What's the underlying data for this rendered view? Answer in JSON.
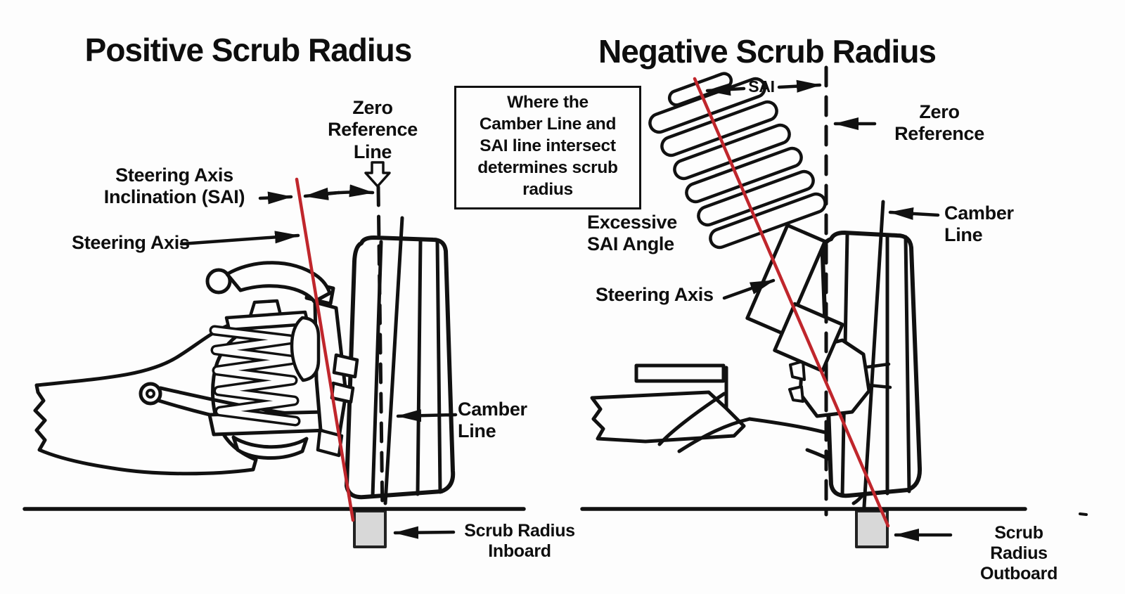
{
  "page": {
    "background": "#fdfdfd"
  },
  "colors": {
    "line_art_ink": "#111111",
    "steering_axis_red": "#c0262c",
    "scrub_box_gray": "#d8d8d8"
  },
  "left_diagram": {
    "title": "Positive Scrub Radius",
    "labels": {
      "zero_reference": "Zero\nReference\nLine",
      "sai_inclination": "Steering Axis\nInclination (SAI)",
      "steering_axis": "Steering Axis",
      "camber_line": "Camber\nLine",
      "scrub_radius": "Scrub Radius\nInboard"
    }
  },
  "right_diagram": {
    "title": "Negative Scrub Radius",
    "labels": {
      "sai": "SAI",
      "zero_reference": "Zero\nReference",
      "excessive_sai": "Excessive\nSAI Angle",
      "steering_axis": "Steering Axis",
      "camber_line": "Camber\nLine",
      "scrub_radius": "Scrub Radius\nOutboard"
    }
  },
  "note_box": {
    "text": "Where the\nCamber Line and\nSAI line intersect\ndetermines scrub\nradius"
  }
}
